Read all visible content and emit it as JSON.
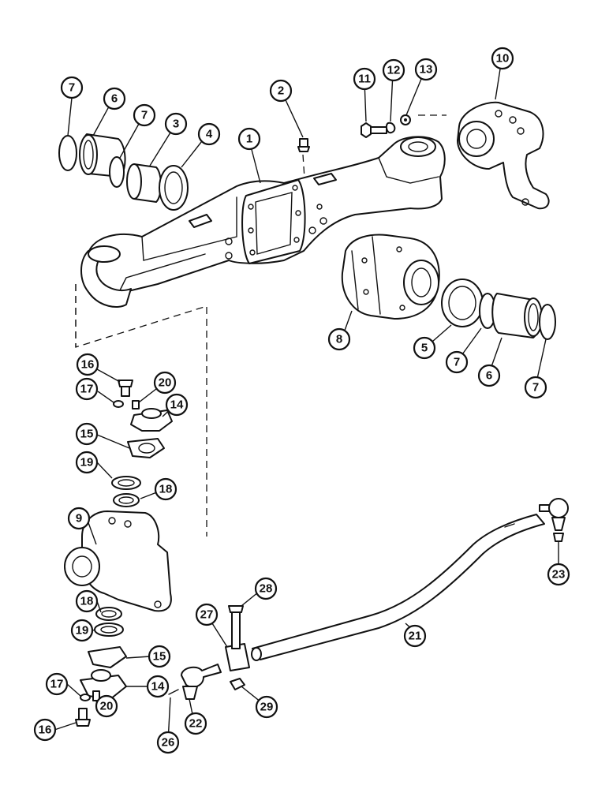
{
  "callouts": [
    {
      "id": "c-7a",
      "label": "7"
    },
    {
      "id": "c-6a",
      "label": "6"
    },
    {
      "id": "c-7b",
      "label": "7"
    },
    {
      "id": "c-3",
      "label": "3"
    },
    {
      "id": "c-4",
      "label": "4"
    },
    {
      "id": "c-1",
      "label": "1"
    },
    {
      "id": "c-2",
      "label": "2"
    },
    {
      "id": "c-11",
      "label": "11"
    },
    {
      "id": "c-12",
      "label": "12"
    },
    {
      "id": "c-13",
      "label": "13"
    },
    {
      "id": "c-10",
      "label": "10"
    },
    {
      "id": "c-8",
      "label": "8"
    },
    {
      "id": "c-5",
      "label": "5"
    },
    {
      "id": "c-7c",
      "label": "7"
    },
    {
      "id": "c-6b",
      "label": "6"
    },
    {
      "id": "c-7d",
      "label": "7"
    },
    {
      "id": "c-16a",
      "label": "16"
    },
    {
      "id": "c-17a",
      "label": "17"
    },
    {
      "id": "c-20a",
      "label": "20"
    },
    {
      "id": "c-14a",
      "label": "14"
    },
    {
      "id": "c-15a",
      "label": "15"
    },
    {
      "id": "c-19a",
      "label": "19"
    },
    {
      "id": "c-18a",
      "label": "18"
    },
    {
      "id": "c-9",
      "label": "9"
    },
    {
      "id": "c-18b",
      "label": "18"
    },
    {
      "id": "c-19b",
      "label": "19"
    },
    {
      "id": "c-15b",
      "label": "15"
    },
    {
      "id": "c-14b",
      "label": "14"
    },
    {
      "id": "c-17b",
      "label": "17"
    },
    {
      "id": "c-20b",
      "label": "20"
    },
    {
      "id": "c-16b",
      "label": "16"
    },
    {
      "id": "c-28",
      "label": "28"
    },
    {
      "id": "c-27",
      "label": "27"
    },
    {
      "id": "c-21",
      "label": "21"
    },
    {
      "id": "c-22",
      "label": "22"
    },
    {
      "id": "c-26",
      "label": "26"
    },
    {
      "id": "c-29",
      "label": "29"
    },
    {
      "id": "c-23",
      "label": "23"
    }
  ]
}
